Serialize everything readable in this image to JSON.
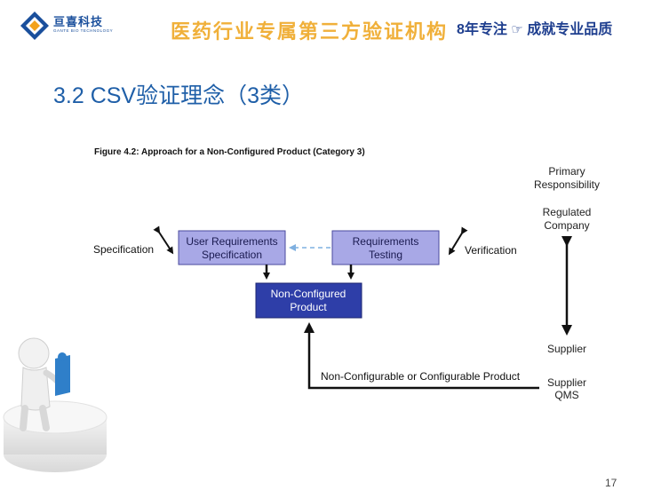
{
  "header": {
    "logo_name": "亘喜科技",
    "logo_sub": "GANTE BIO TECHNOLOGY",
    "slogan": "医药行业专属第三方验证机构",
    "right_prefix": "8年专注",
    "right_suffix": "成就专业品质",
    "pointer_icon": "hand-pointer-icon"
  },
  "slide": {
    "title": "3.2  CSV验证理念（3类）",
    "page_number": "17"
  },
  "figure": {
    "caption": "Figure 4.2: Approach for a Non-Configured Product (Category 3)",
    "boxes": {
      "user_req_line1": "User Requirements",
      "user_req_line2": "Specification",
      "req_test_line1": "Requirements",
      "req_test_line2": "Testing",
      "non_config_line1": "Non-Configured",
      "non_config_line2": "Product"
    },
    "labels": {
      "specification": "Specification",
      "verification": "Verification",
      "primary_line1": "Primary",
      "primary_line2": "Responsibility",
      "regulated_line1": "Regulated",
      "regulated_line2": "Company",
      "supplier": "Supplier",
      "supplier_qms_line1": "Supplier",
      "supplier_qms_line2": "QMS",
      "product_flow": "Non-Configurable or Configurable Product"
    }
  },
  "colors": {
    "light_box_fill": "#a8a8e6",
    "light_box_stroke": "#4a4a9e",
    "dark_box_fill": "#2e3ea8",
    "dashed_arrow": "#7fb0e0",
    "title": "#1f5fa8"
  }
}
